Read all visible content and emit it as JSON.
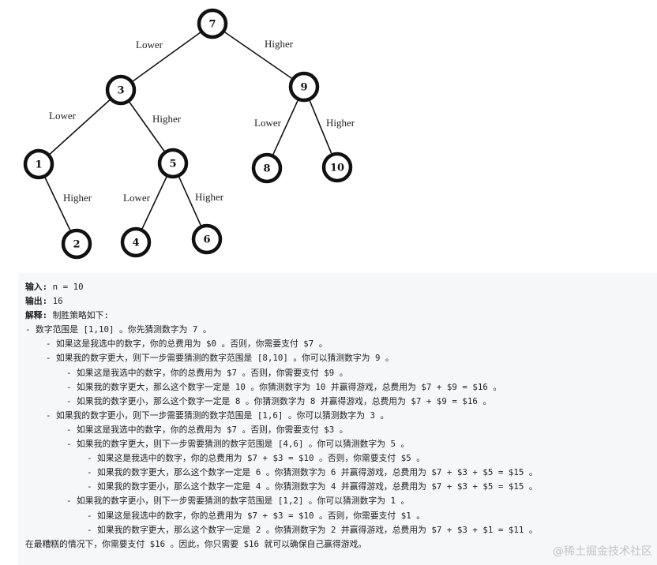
{
  "tree": {
    "nodes": [
      {
        "id": "n7",
        "label": "7"
      },
      {
        "id": "n3",
        "label": "3"
      },
      {
        "id": "n9",
        "label": "9"
      },
      {
        "id": "n1",
        "label": "1"
      },
      {
        "id": "n5",
        "label": "5"
      },
      {
        "id": "n8",
        "label": "8"
      },
      {
        "id": "n10",
        "label": "10"
      },
      {
        "id": "n2",
        "label": "2"
      },
      {
        "id": "n4",
        "label": "4"
      },
      {
        "id": "n6",
        "label": "6"
      }
    ],
    "edges": [
      {
        "from": "n7",
        "to": "n3",
        "label": "Lower"
      },
      {
        "from": "n7",
        "to": "n9",
        "label": "Higher"
      },
      {
        "from": "n3",
        "to": "n1",
        "label": "Lower"
      },
      {
        "from": "n3",
        "to": "n5",
        "label": "Higher"
      },
      {
        "from": "n9",
        "to": "n8",
        "label": "Lower"
      },
      {
        "from": "n9",
        "to": "n10",
        "label": "Higher"
      },
      {
        "from": "n1",
        "to": "n2",
        "label": "Higher"
      },
      {
        "from": "n5",
        "to": "n4",
        "label": "Lower"
      },
      {
        "from": "n5",
        "to": "n6",
        "label": "Higher"
      }
    ]
  },
  "example": {
    "input_key": "输入:",
    "input_val": " n = 10",
    "output_key": "输出:",
    "output_val": " 16",
    "explain_key": "解释:",
    "explain_val": " 制胜策略如下:",
    "lines": [
      "- 数字范围是 [1,10] 。你先猜测数字为 7 。",
      "    - 如果这是我选中的数字，你的总费用为 $0 。否则，你需要支付 $7 。",
      "    - 如果我的数字更大，则下一步需要猜测的数字范围是 [8,10] 。你可以猜测数字为 9 。",
      "        - 如果这是我选中的数字，你的总费用为 $7 。否则，你需要支付 $9 。",
      "        - 如果我的数字更大，那么这个数字一定是 10 。你猜测数字为 10 并赢得游戏，总费用为 $7 + $9 = $16 。",
      "        - 如果我的数字更小，那么这个数字一定是 8 。你猜测数字为 8 并赢得游戏，总费用为 $7 + $9 = $16 。",
      "    - 如果我的数字更小，则下一步需要猜测的数字范围是 [1,6] 。你可以猜测数字为 3 。",
      "        - 如果这是我选中的数字，你的总费用为 $7 。否则，你需要支付 $3 。",
      "        - 如果我的数字更大，则下一步需要猜测的数字范围是 [4,6] 。你可以猜测数字为 5 。",
      "            - 如果这是我选中的数字，你的总费用为 $7 + $3 = $10 。否则，你需要支付 $5 。",
      "            - 如果我的数字更大，那么这个数字一定是 6 。你猜测数字为 6 并赢得游戏，总费用为 $7 + $3 + $5 = $15 。",
      "            - 如果我的数字更小，那么这个数字一定是 4 。你猜测数字为 4 并赢得游戏，总费用为 $7 + $3 + $5 = $15 。",
      "        - 如果我的数字更小，则下一步需要猜测的数字范围是 [1,2] 。你可以猜测数字为 1 。",
      "            - 如果这是我选中的数字，你的总费用为 $7 + $3 = $10 。否则，你需要支付 $1 。",
      "            - 如果我的数字更大，那么这个数字一定是 2 。你猜测数字为 2 并赢得游戏，总费用为 $7 + $3 + $1 = $11 。",
      "在最糟糕的情况下，你需要支付 $16 。因此，你只需要 $16 就可以确保自己赢得游戏。"
    ]
  },
  "watermark": "@稀土掘金技术社区"
}
